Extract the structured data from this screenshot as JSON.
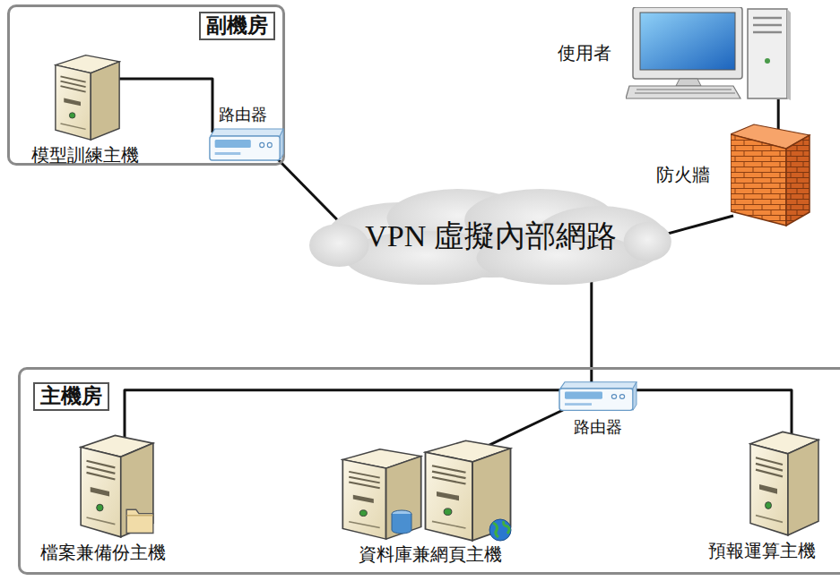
{
  "diagram": {
    "nodes": [
      {
        "text": [
          "副機房"
        ]
      },
      {
        "text": [
          "模型訓練主機"
        ],
        "in": 0
      },
      {
        "text": [
          "路由器"
        ],
        "in": 0
      },
      {
        "text": [
          "使用者"
        ]
      },
      {
        "text": [
          "防火牆"
        ]
      },
      {
        "text": [
          "VPN 虛擬內部網路"
        ]
      },
      {
        "text": [
          "主機房"
        ]
      },
      {
        "text": [
          "路由器"
        ],
        "in": 6
      },
      {
        "text": [
          "檔案兼備份主機"
        ],
        "in": 6
      },
      {
        "text": [
          "資料庫兼網頁主機"
        ],
        "in": 6
      },
      {
        "text": [
          "預報運算主機"
        ],
        "in": 6
      }
    ],
    "edges": [
      {
        "from": 1,
        "to": 2,
        "arrow": "none"
      },
      {
        "from": 2,
        "to": 5,
        "arrow": "none"
      },
      {
        "from": 3,
        "to": 4,
        "arrow": "none"
      },
      {
        "from": 4,
        "to": 5,
        "arrow": "none"
      },
      {
        "from": 5,
        "to": 7,
        "arrow": "none"
      },
      {
        "from": 7,
        "to": 8,
        "arrow": "none"
      },
      {
        "from": 7,
        "to": 9,
        "arrow": "none"
      },
      {
        "from": 7,
        "to": 10,
        "arrow": "none"
      }
    ]
  }
}
